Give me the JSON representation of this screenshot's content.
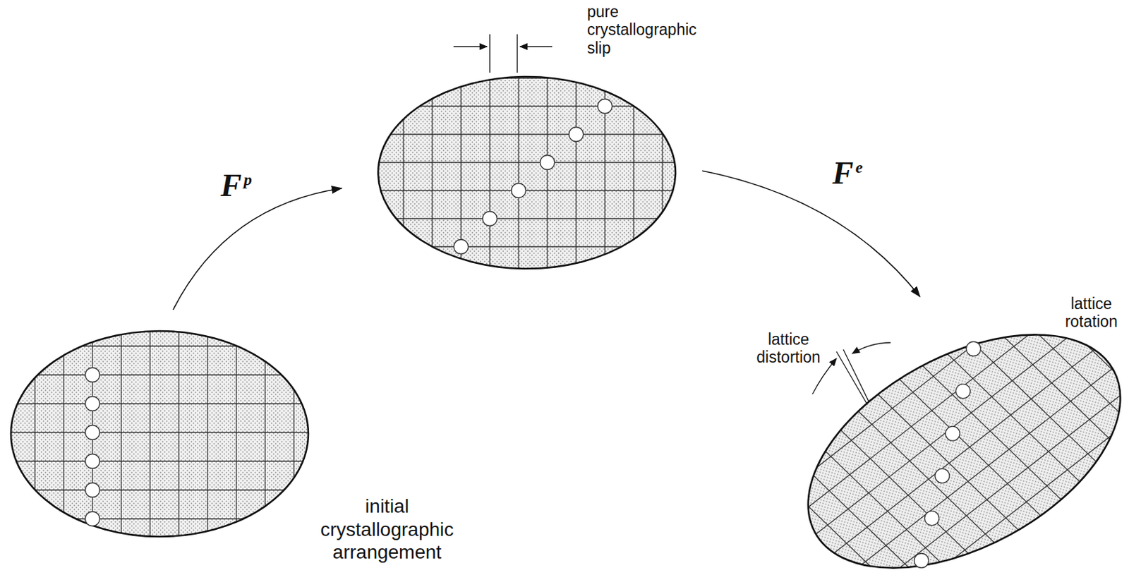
{
  "diagram": {
    "nodes": [
      {
        "text": [
          "initial crystallographic arrangement"
        ]
      },
      {
        "text": [
          "pure crystallographic slip"
        ]
      },
      {
        "text": [
          "lattice distortion",
          "lattice rotation"
        ]
      }
    ],
    "edges": [
      {
        "from": 0,
        "to": 1,
        "arrow": "to",
        "label": "Fp"
      },
      {
        "from": 1,
        "to": 2,
        "arrow": "to",
        "label": "Fe"
      }
    ]
  }
}
